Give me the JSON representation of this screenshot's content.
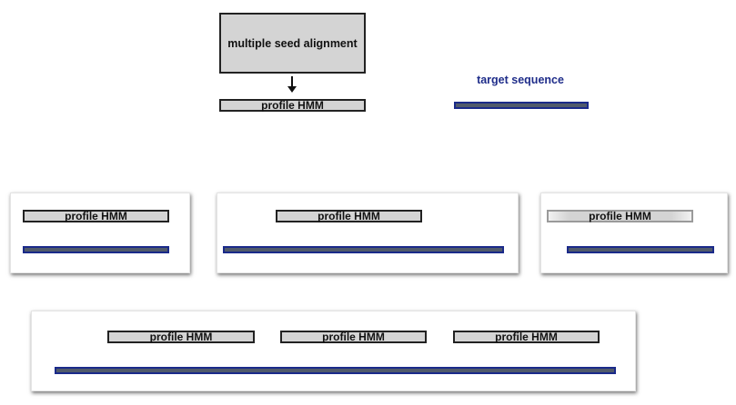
{
  "top": {
    "seed_alignment_label": "multiple seed alignment",
    "profile_hmm_label": "profile HMM",
    "target_sequence_label": "target sequence"
  },
  "panels": [
    {
      "profile_hmm_label": "profile HMM"
    },
    {
      "profile_hmm_label": "profile HMM"
    },
    {
      "profile_hmm_label": "profile HMM"
    }
  ],
  "bottom_panel": {
    "profile_hmm_labels": [
      "profile HMM",
      "profile HMM",
      "profile HMM"
    ]
  },
  "colors": {
    "box_fill": "#d4d4d4",
    "box_border": "#222222",
    "sequence_fill": "#505a6b",
    "sequence_border": "#1a2a8a",
    "target_label": "#1f2d8a"
  }
}
